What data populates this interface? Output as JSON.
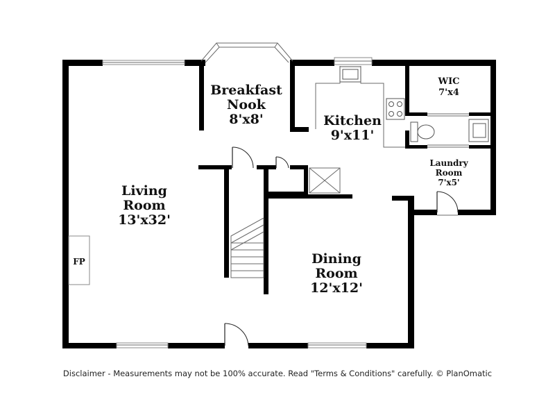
{
  "rooms": {
    "breakfast_nook": {
      "name_line1": "Breakfast",
      "name_line2": "Nook",
      "size": "8'x8'"
    },
    "kitchen": {
      "name": "Kitchen",
      "size": "9'x11'"
    },
    "wic": {
      "name": "WIC",
      "size": "7'x4"
    },
    "laundry": {
      "name_line1": "Laundry",
      "name_line2": "Room",
      "size": "7'x5'"
    },
    "living": {
      "name_line1": "Living",
      "name_line2": "Room",
      "size": "13'x32'"
    },
    "dining": {
      "name_line1": "Dining",
      "name_line2": "Room",
      "size": "12'x12'"
    },
    "fireplace": {
      "label": "FP"
    }
  },
  "disclaimer": "Disclaimer - Measurements may not be 100% accurate. Read \"Terms & Conditions\" carefully. © PlanOmatic"
}
